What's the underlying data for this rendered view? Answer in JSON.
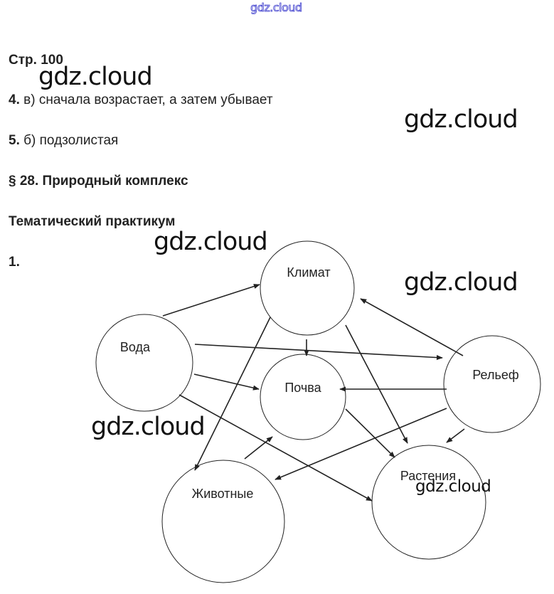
{
  "watermark_top": "gdz.cloud",
  "page_ref": "Стр. 100",
  "answers": [
    {
      "num": "4.",
      "text": " в) сначала возрастает, а затем убывает"
    },
    {
      "num": "5.",
      "text": " б) подзолистая"
    }
  ],
  "section_title": "§ 28. Природный комплекс",
  "subsection_title": "Тематический практикум",
  "task_number": "1.",
  "watermarks": [
    "gdz.cloud",
    "gdz.cloud",
    "gdz.cloud",
    "gdz.cloud",
    "gdz.cloud",
    "gdz.cloud"
  ],
  "diagram": {
    "nodes": [
      {
        "id": "climate",
        "label": "Климат"
      },
      {
        "id": "water",
        "label": "Вода"
      },
      {
        "id": "soil",
        "label": "Почва"
      },
      {
        "id": "relief",
        "label": "Рельеф"
      },
      {
        "id": "animals",
        "label": "Животные"
      },
      {
        "id": "plants",
        "label": "Растения"
      }
    ],
    "edges": [
      {
        "from": "water",
        "to": "climate"
      },
      {
        "from": "water",
        "to": "relief"
      },
      {
        "from": "water",
        "to": "soil"
      },
      {
        "from": "water",
        "to": "plants"
      },
      {
        "from": "climate",
        "to": "soil"
      },
      {
        "from": "climate",
        "to": "animals"
      },
      {
        "from": "climate",
        "to": "plants"
      },
      {
        "from": "relief",
        "to": "climate"
      },
      {
        "from": "relief",
        "to": "soil"
      },
      {
        "from": "relief",
        "to": "animals"
      },
      {
        "from": "relief",
        "to": "plants"
      },
      {
        "from": "soil",
        "to": "plants"
      },
      {
        "from": "animals",
        "to": "soil"
      }
    ]
  }
}
